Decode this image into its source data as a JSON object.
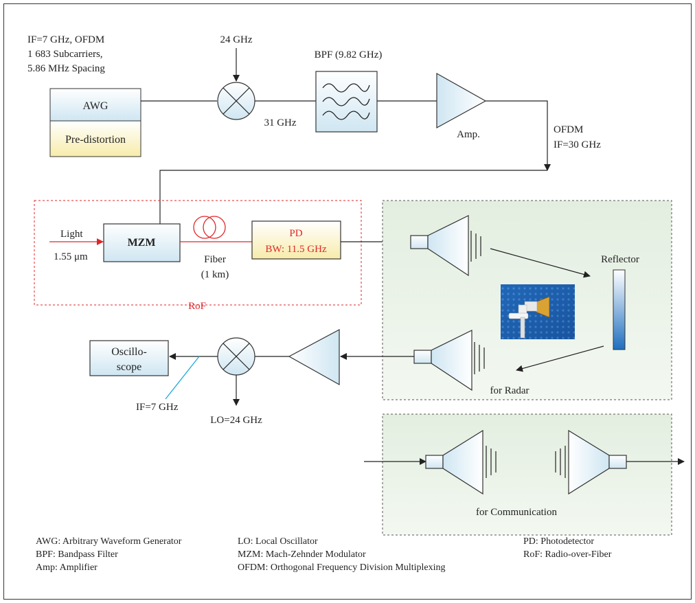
{
  "input_signal": {
    "line1": "IF=7 GHz, OFDM",
    "line2": "1 683 Subcarriers,",
    "line3": "5.86 MHz Spacing"
  },
  "awg_label": "AWG",
  "predistortion_label": "Pre-distortion",
  "lo_top": "24 GHz",
  "freq_31": "31 GHz",
  "bpf_label": "BPF (9.82 GHz)",
  "amp_label": "Amp.",
  "ofdm_out": {
    "line1": "OFDM",
    "line2": "IF=30 GHz"
  },
  "light": {
    "line1": "Light",
    "line2": "1.55 μm"
  },
  "mzm_label": "MZM",
  "fiber": {
    "line1": "Fiber",
    "line2": "(1 km)"
  },
  "pd": {
    "line1": "PD",
    "line2": "BW: 11.5 GHz"
  },
  "rof_label": "RoF",
  "reflector_label": "Reflector",
  "radar_label": "for Radar",
  "comm_label": "for Communication",
  "scope": {
    "line1": "Oscillo-",
    "line2": "scope"
  },
  "if_out": "IF=7 GHz",
  "lo_bottom": "LO=24 GHz",
  "legend": {
    "col1": [
      "AWG: Arbitrary Waveform Generator",
      "BPF: Bandpass Filter",
      "Amp: Amplifier"
    ],
    "col2": [
      "LO: Local Oscillator",
      "MZM: Mach-Zehnder Modulator",
      "OFDM: Orthogonal Frequency Division Multiplexing"
    ],
    "col3": [
      "PD: Photodetector",
      "RoF: Radio-over-Fiber"
    ]
  },
  "colors": {
    "line": "#222222",
    "red": "#e0262a",
    "blue_fill": "#d5e9f3",
    "yellow_fill": "#f8f0b5",
    "green_panel": "#e8f1e6",
    "cyan_line": "#1da8de"
  }
}
